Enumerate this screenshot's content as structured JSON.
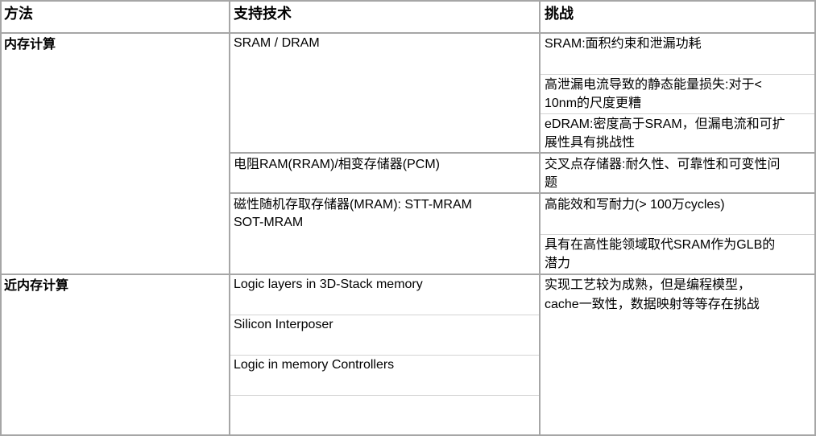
{
  "headers": {
    "method": "方法",
    "tech": "支持技术",
    "challenge": "挑战"
  },
  "imc": {
    "label": "内存计算",
    "tech": {
      "sram": "SRAM / DRAM",
      "rram": "电阻RAM(RRAM)/相变存储器(PCM)",
      "mram_line1": "磁性随机存取存储器(MRAM): STT-MRAM",
      "mram_line2": "SOT-MRAM"
    },
    "challenges": {
      "c1": "SRAM:面积约束和泄漏功耗",
      "c2_line1": "高泄漏电流导致的静态能量损失:对于<",
      "c2_line2": "10nm的尺度更糟",
      "c3_line1": "eDRAM:密度高于SRAM，但漏电流和可扩",
      "c3_line2": "展性具有挑战性",
      "c4_line1": "交叉点存储器:耐久性、可靠性和可变性问",
      "c4_line2": "题",
      "c5": "高能效和写耐力(> 100万cycles)",
      "c6_line1": "具有在高性能领域取代SRAM作为GLB的",
      "c6_line2": "潜力"
    }
  },
  "nmc": {
    "label": "近内存计算",
    "tech": {
      "t1": "Logic layers in 3D-Stack memory",
      "t2": "Silicon Interposer",
      "t3": "Logic in memory Controllers"
    },
    "challenge_line1": "实现工艺较为成熟，但是编程模型，",
    "challenge_line2": "cache一致性，数据映射等等存在挑战"
  }
}
